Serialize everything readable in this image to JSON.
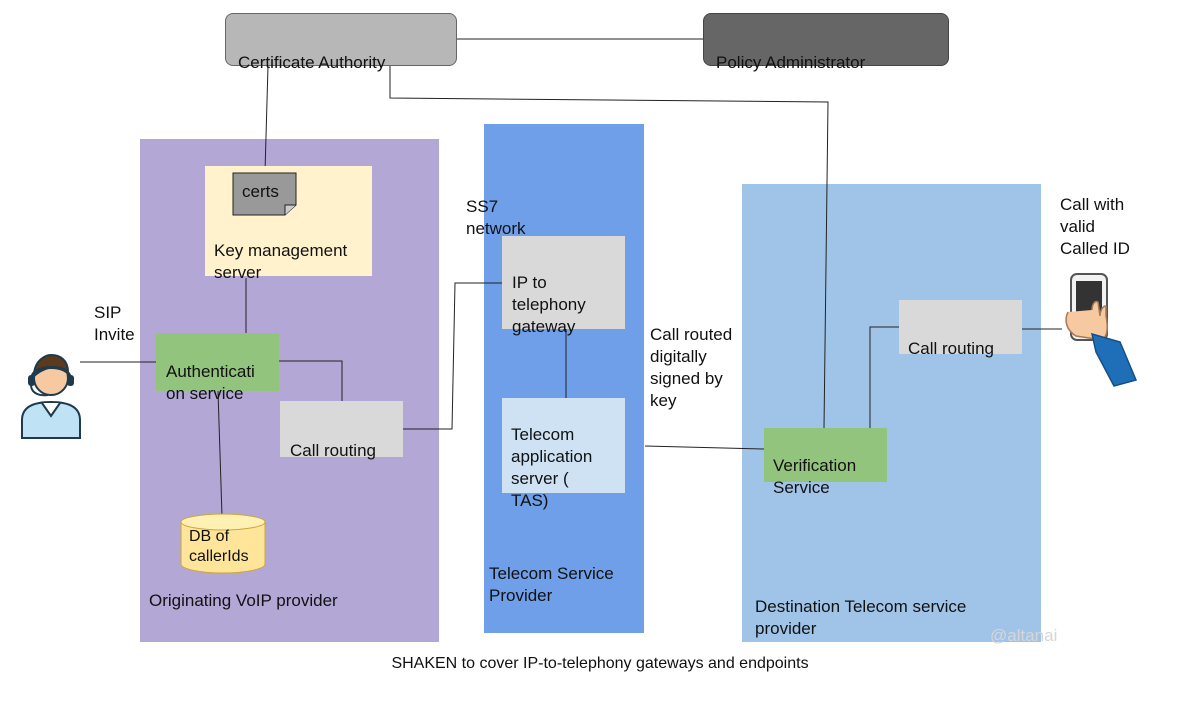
{
  "nodes": {
    "certificate_authority": "Certificate Authority",
    "policy_administrator": "Policy Administrator",
    "certs": "certs",
    "key_management_server": "Key management\nserver",
    "authentication_service": "Authenticati\non service",
    "call_routing_origin": "Call routing",
    "db_callerids": "DB of\ncallerIds",
    "ip_telephony_gateway": "IP to\ntelephony\ngateway",
    "tas": "Telecom\napplication\nserver (\nTAS)",
    "verification_service": "Verification\nService",
    "call_routing_dest": "Call routing"
  },
  "regions": {
    "originating": "Originating VoIP provider",
    "telecom": "Telecom Service\nProvider",
    "destination": "Destination Telecom service\nprovider"
  },
  "annotations": {
    "sip_invite": "SIP\nInvite",
    "ss7_network": "SS7\nnetwork",
    "call_routed_signed": "Call routed\ndigitally\nsigned by\nkey",
    "call_valid": "Call with\nvalid\nCalled ID"
  },
  "caption": "SHAKEN to cover IP-to-telephony gateways and endpoints",
  "watermark": "@altanai",
  "colors": {
    "originating_region": "#b3a7d6",
    "telecom_region": "#6e9fe8",
    "destination_region": "#a0c4e8",
    "green_box": "#93c47d",
    "grey_box": "#d9d9d9",
    "cert_authority": "#b7b7b7",
    "policy_admin": "#666666",
    "key_mgmt": "#fff2cc",
    "tas_box": "#cfe2f3",
    "db": "#ffe599"
  },
  "icons": [
    "agent-icon",
    "phone-icon",
    "certificate-icon",
    "database-icon"
  ]
}
